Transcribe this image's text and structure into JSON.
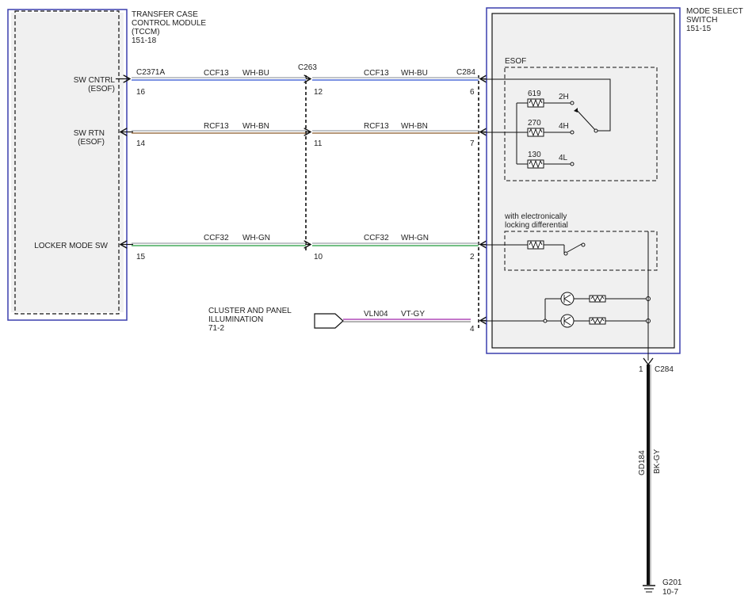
{
  "tccm": {
    "title_lines": [
      "TRANSFER CASE",
      "CONTROL MODULE",
      "(TCCM)",
      "151-18"
    ]
  },
  "mss": {
    "title_lines": [
      "MODE SELECT",
      "SWITCH",
      "151-15"
    ]
  },
  "pins_left": [
    {
      "lines": [
        "SW CNTRL",
        "(ESOF)"
      ],
      "pin": "16"
    },
    {
      "lines": [
        "SW RTN",
        "(ESOF)"
      ],
      "pin": "14"
    },
    {
      "lines": [
        "LOCKER MODE SW"
      ],
      "pin": "15"
    }
  ],
  "connectors": {
    "left": "C2371A",
    "mid": "C263",
    "right": "C284",
    "ground_conn": "C284",
    "ground_pin": "1"
  },
  "wires": [
    {
      "circuit": "CCF13",
      "color_code": "WH-BU",
      "mid_pin": "12",
      "right_pin": "6"
    },
    {
      "circuit": "RCF13",
      "color_code": "WH-BN",
      "mid_pin": "11",
      "right_pin": "7"
    },
    {
      "circuit": "CCF32",
      "color_code": "WH-GN",
      "mid_pin": "10",
      "right_pin": "2"
    }
  ],
  "illum": {
    "lines": [
      "CLUSTER AND PANEL",
      "ILLUMINATION",
      "71-2"
    ],
    "circuit": "VLN04",
    "color_code": "VT-GY",
    "pin": "4"
  },
  "esof": {
    "title": "ESOF",
    "resistors": [
      "619",
      "270",
      "130"
    ],
    "positions": [
      "2H",
      "4H",
      "4L"
    ]
  },
  "locker": {
    "lines": [
      "with electronically",
      "locking differential"
    ]
  },
  "ground": {
    "circuit": "GD184",
    "color_code": "BK-GY",
    "ref": "G201",
    "page": "10-7"
  },
  "colors": {
    "wire_wh": "#9aa0a6",
    "blue": "#2c4fd0",
    "brown": "#8b5a2b",
    "green": "#1f9a3a",
    "violet": "#b04ab8",
    "gray": "#9a9a9a",
    "black": "#111111",
    "frame": "#3a3fae"
  }
}
